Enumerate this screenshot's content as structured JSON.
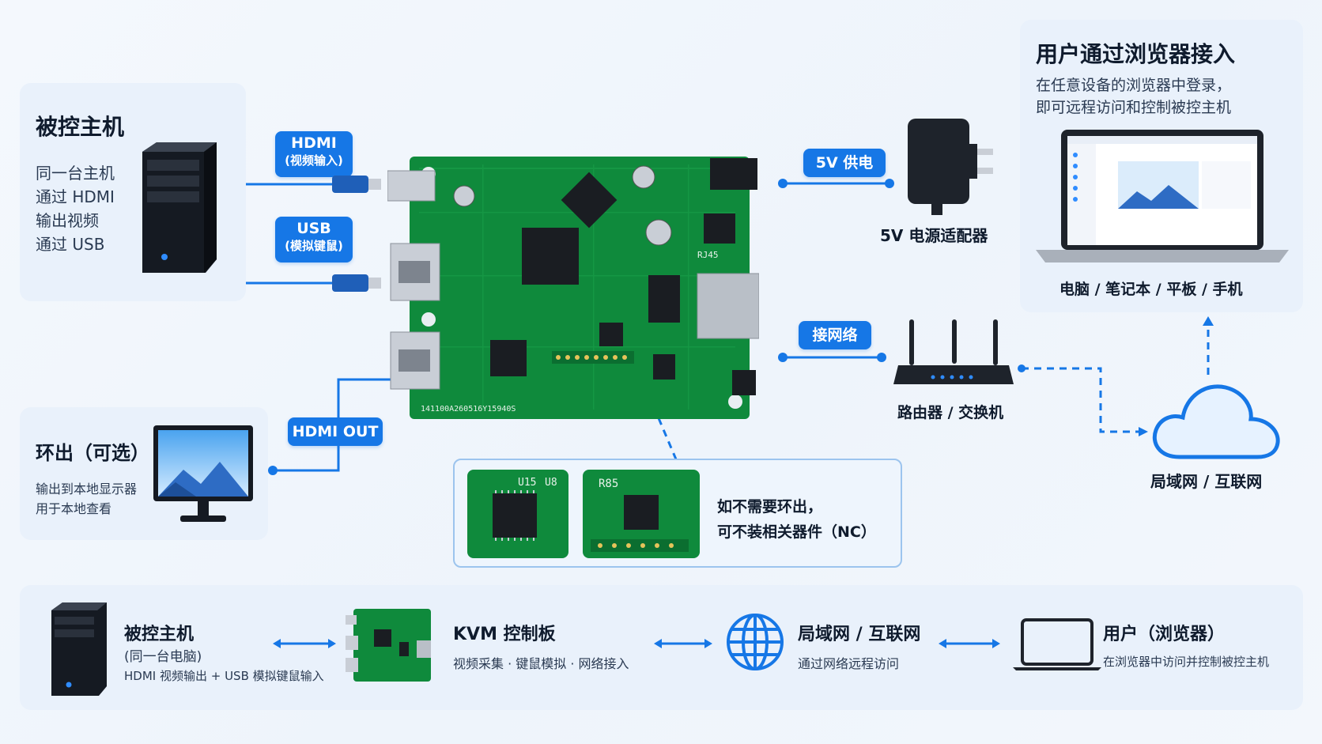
{
  "host_card": {
    "title": "被控主机",
    "lines": [
      "同一台主机",
      "通过 HDMI",
      "输出视频",
      "通过 USB"
    ]
  },
  "hdmi_in_pill": {
    "label": "HDMI",
    "sub": "(视频输入)"
  },
  "usb_pill": {
    "label": "USB",
    "sub": "(模拟键鼠)"
  },
  "hdmi_out_pill": {
    "label": "HDMI OUT"
  },
  "loop_card": {
    "title": "环出（可选）",
    "lines": [
      "输出到本地显示器",
      "用于本地查看"
    ]
  },
  "power_pill": {
    "label": "5V 供电"
  },
  "power_adapter_label": "5V 电源适配器",
  "network_pill": {
    "label": "接网络"
  },
  "router_label": "路由器 / 交换机",
  "user_card": {
    "title": "用户通过浏览器接入",
    "lines": [
      "在任意设备的浏览器中登录，",
      "即可远程访问和控制被控主机"
    ],
    "devices_label": "电脑 / 笔记本 / 平板 / 手机"
  },
  "cloud_label": "局域网 / 互联网",
  "nc_note": {
    "line1": "如不需要环出，",
    "line2": "可不装相关器件（NC）"
  },
  "board": {
    "silkscreen": "141100A260516Y15940S",
    "rj45": "RJ45",
    "chip_u8": "U8",
    "chip_u15": "U15",
    "chip_r85": "R85"
  },
  "flow": {
    "host": {
      "title": "被控主机",
      "sub": "(同一台电脑)",
      "desc": "HDMI 视频输出 + USB 模拟键鼠输入"
    },
    "kvm": {
      "title": "KVM 控制板",
      "desc": "视频采集 · 键鼠模拟 · 网络接入"
    },
    "net": {
      "title": "局域网 / 互联网",
      "desc": "通过网络远程访问"
    },
    "user": {
      "title": "用户（浏览器）",
      "desc": "在浏览器中访问并控制被控主机"
    }
  },
  "colors": {
    "accent": "#1677e6",
    "pcb": "#0f8a3c",
    "card": "#e9f1fb"
  }
}
